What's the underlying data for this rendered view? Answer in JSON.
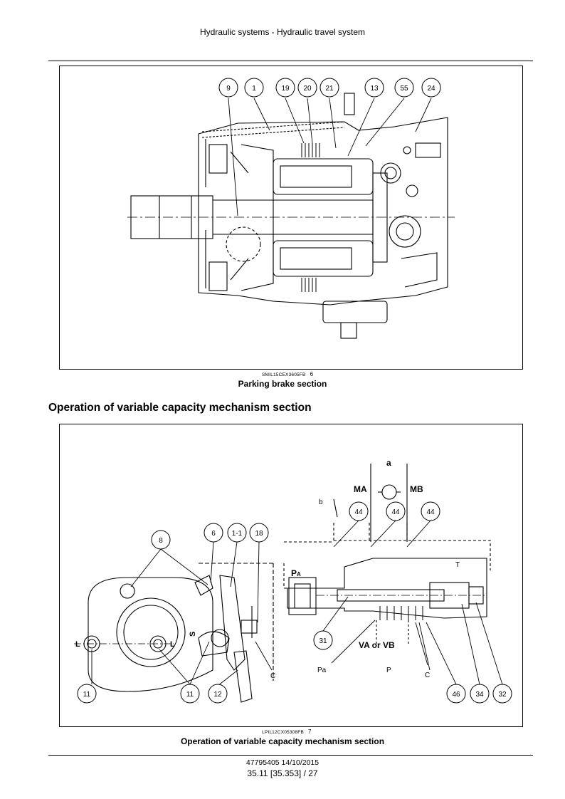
{
  "header": {
    "title": "Hydraulic systems - Hydraulic travel system"
  },
  "figure1": {
    "callouts": [
      "9",
      "1",
      "19",
      "20",
      "21",
      "13",
      "55",
      "24"
    ],
    "ref_code": "SMIL15CEX3605FB",
    "ref_num": "6",
    "caption": "Parking brake section"
  },
  "section": {
    "title": "Operation of variable capacity mechanism section"
  },
  "figure2": {
    "callouts": [
      "8",
      "6",
      "1-1",
      "18",
      "44",
      "44",
      "44",
      "31",
      "46",
      "34",
      "32",
      "11",
      "11",
      "12"
    ],
    "letters": {
      "a": "a",
      "b": "b",
      "MA": "MA",
      "MB": "MB",
      "T": "T",
      "PA": "P",
      "PA_sub": "A",
      "S": "S",
      "C1": "C",
      "VA_or_VB": "VA or VB",
      "Pa": "Pa",
      "P": "P",
      "C2": "C",
      "L1": "L",
      "L2": "L"
    },
    "ref_code": "LPIL12CX05308FB",
    "ref_num": "7",
    "caption": "Operation of variable capacity mechanism section"
  },
  "footer": {
    "doc": "47795405 14/10/2015",
    "page": "35.11 [35.353] / 27"
  }
}
